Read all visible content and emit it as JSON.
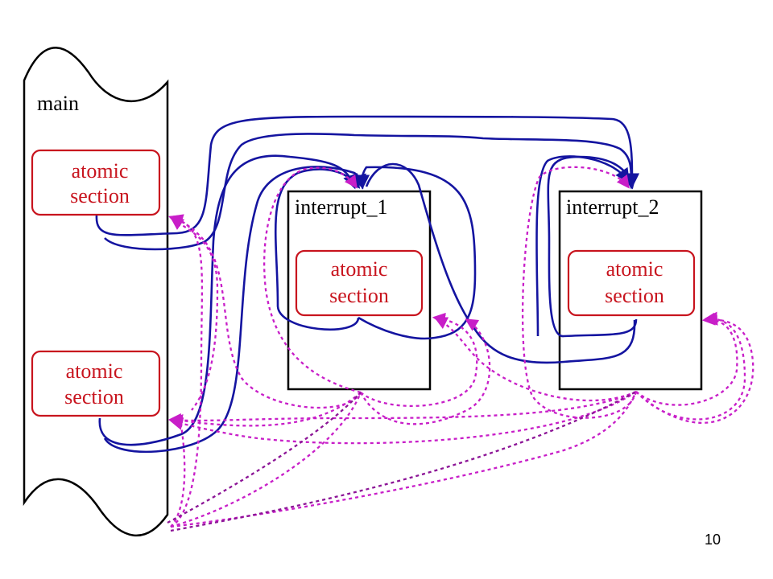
{
  "main": {
    "label": "main"
  },
  "interrupt_1": {
    "label": "interrupt_1"
  },
  "interrupt_2": {
    "label": "interrupt_2"
  },
  "atomic_sections": {
    "main_top": {
      "line1": "atomic",
      "line2": "section"
    },
    "main_bottom": {
      "line1": "atomic",
      "line2": "section"
    },
    "int1": {
      "line1": "atomic",
      "line2": "section"
    },
    "int2": {
      "line1": "atomic",
      "line2": "section"
    }
  },
  "colors": {
    "interrupt_arrow": "#1414a0",
    "return_arrow": "#c81ec8",
    "return_arrow_dark": "#8c1496",
    "atomic_border": "#c8141e",
    "atomic_text": "#c8141e",
    "box_border": "#000000"
  },
  "page_number": "10"
}
